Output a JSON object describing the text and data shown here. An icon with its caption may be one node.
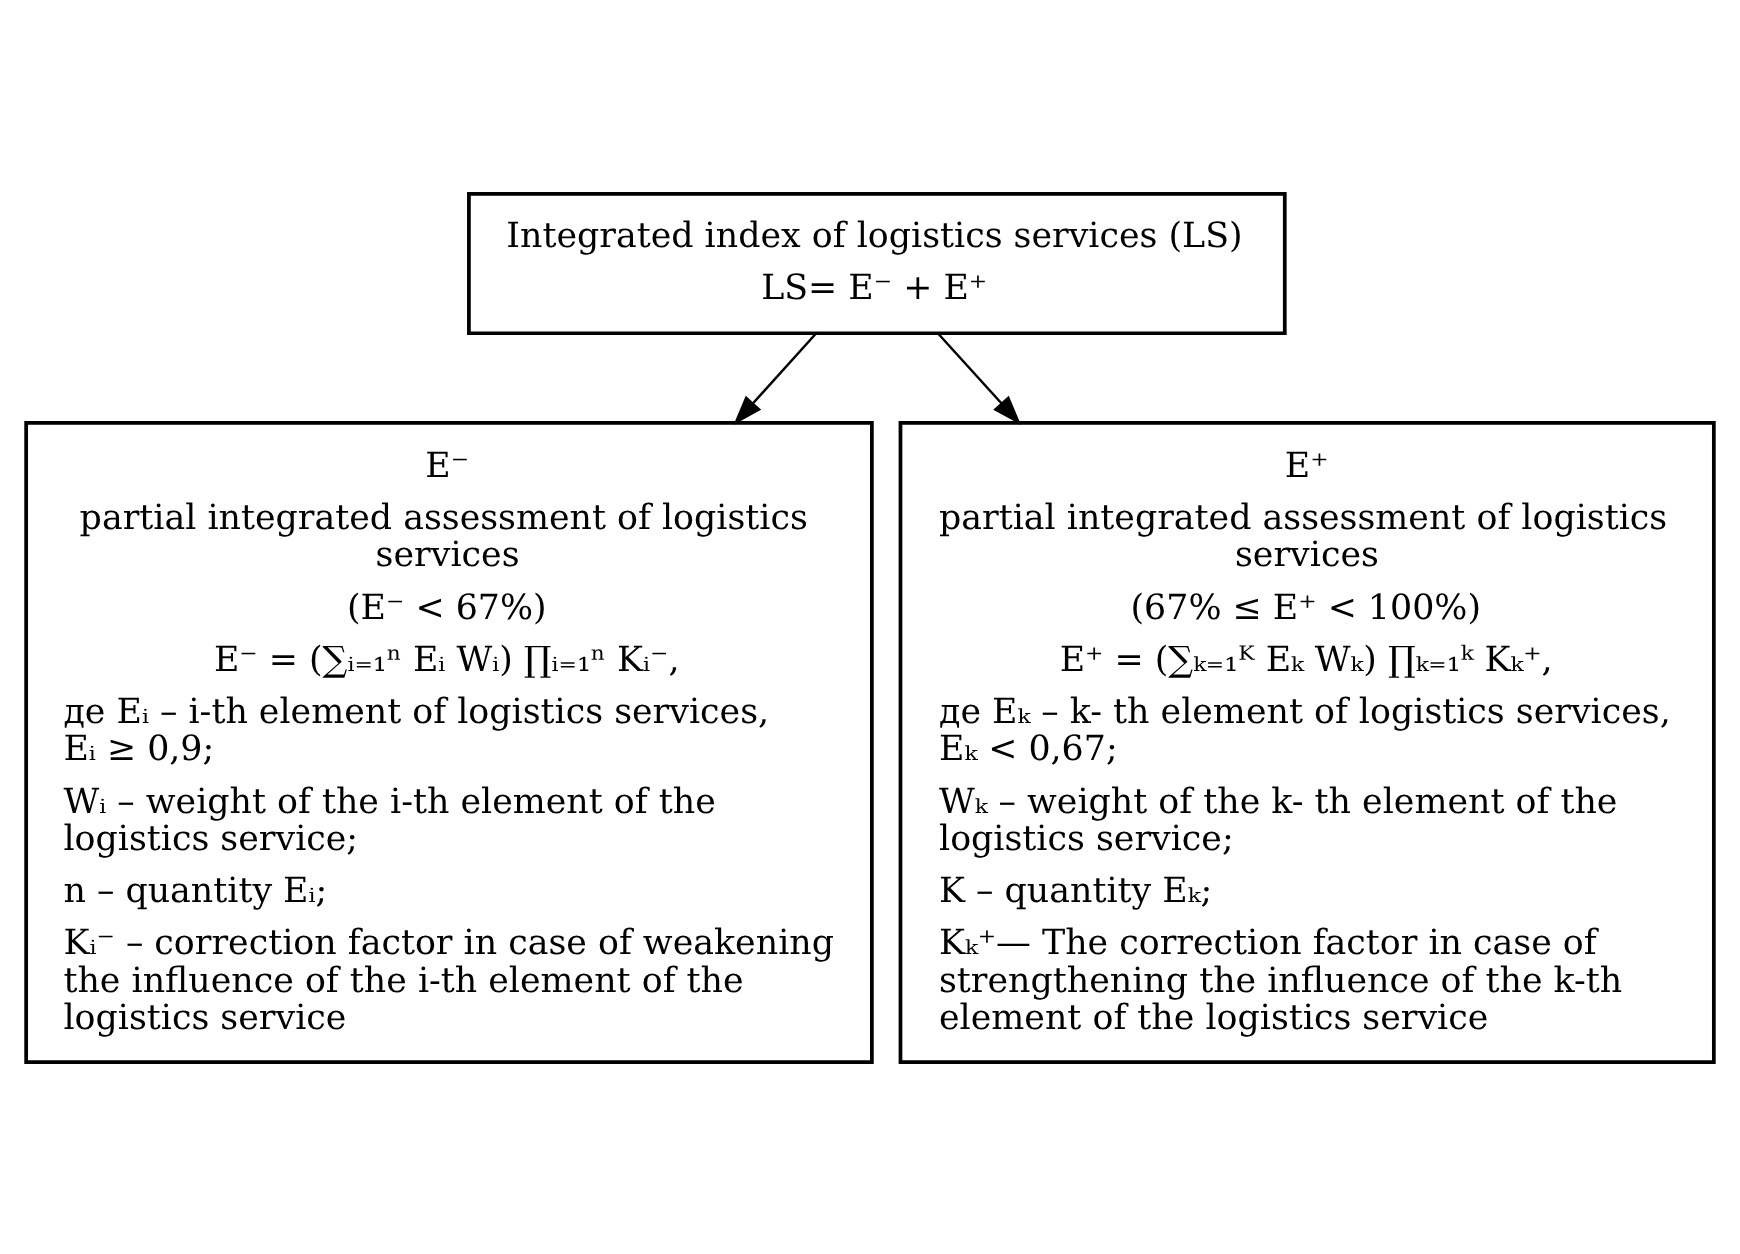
{
  "diagram": {
    "nodes": [
      {
        "text": [
          "Integrated index of logistics services (LS)",
          "LS= E⁻ + E⁺"
        ]
      },
      {
        "text": [
          "E⁻",
          "partial integrated assessment of logistics services",
          "(E⁻ < 67%)",
          "E⁻ = (∑ᵢ₌₁ⁿ Eᵢ Wᵢ) ∏ᵢ₌₁ⁿ Kᵢ⁻,",
          "де Eᵢ – i-th element of logistics services, Eᵢ ≥ 0,9;",
          "Wᵢ – weight of the i-th element of the logistics service;",
          "n – quantity Eᵢ;",
          "Kᵢ⁻ – correction factor in case of weakening the influence of the i-th element of the logistics service"
        ]
      },
      {
        "text": [
          "E⁺",
          "partial integrated assessment of logistics services",
          "(67% ≤ E⁺ < 100%)",
          "E⁺ = (∑ₖ₌₁ᴷ Eₖ Wₖ) ∏ₖ₌₁ᵏ Kₖ⁺,",
          "де Eₖ – k- th element of logistics services, Eₖ < 0,67;",
          "Wₖ – weight of the k- th element of the logistics service;",
          "K – quantity Eₖ;",
          "Kₖ⁺— The correction factor in case of strengthening the influence of the k-th element of the logistics service"
        ]
      }
    ],
    "edges": [
      {
        "from": 0,
        "to": 1,
        "arrow": "to"
      },
      {
        "from": 0,
        "to": 2,
        "arrow": "to"
      }
    ]
  }
}
